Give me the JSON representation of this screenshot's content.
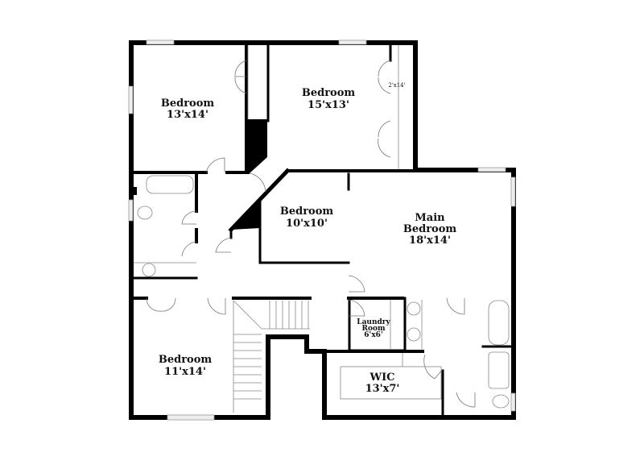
{
  "rooms": {
    "bedroom_nw": {
      "name": "Bedroom",
      "size": "13'x14'"
    },
    "bedroom_n": {
      "name": "Bedroom",
      "size": "15'x13'"
    },
    "closet_n": {
      "size": "2'x14'"
    },
    "bedroom_center": {
      "name": "Bedroom",
      "size": "10'x10'"
    },
    "main_bedroom": {
      "name1": "Main",
      "name2": "Bedroom",
      "size": "18'x14'"
    },
    "bedroom_sw": {
      "name": "Bedroom",
      "size": "11'x14'"
    },
    "laundry": {
      "name1": "Laundry",
      "name2": "Room",
      "size": "6'x6'"
    },
    "wic": {
      "name": "WIC",
      "size": "13'x7'"
    }
  },
  "colors": {
    "wall": "#000000",
    "fixture": "#888888",
    "background": "#ffffff"
  }
}
